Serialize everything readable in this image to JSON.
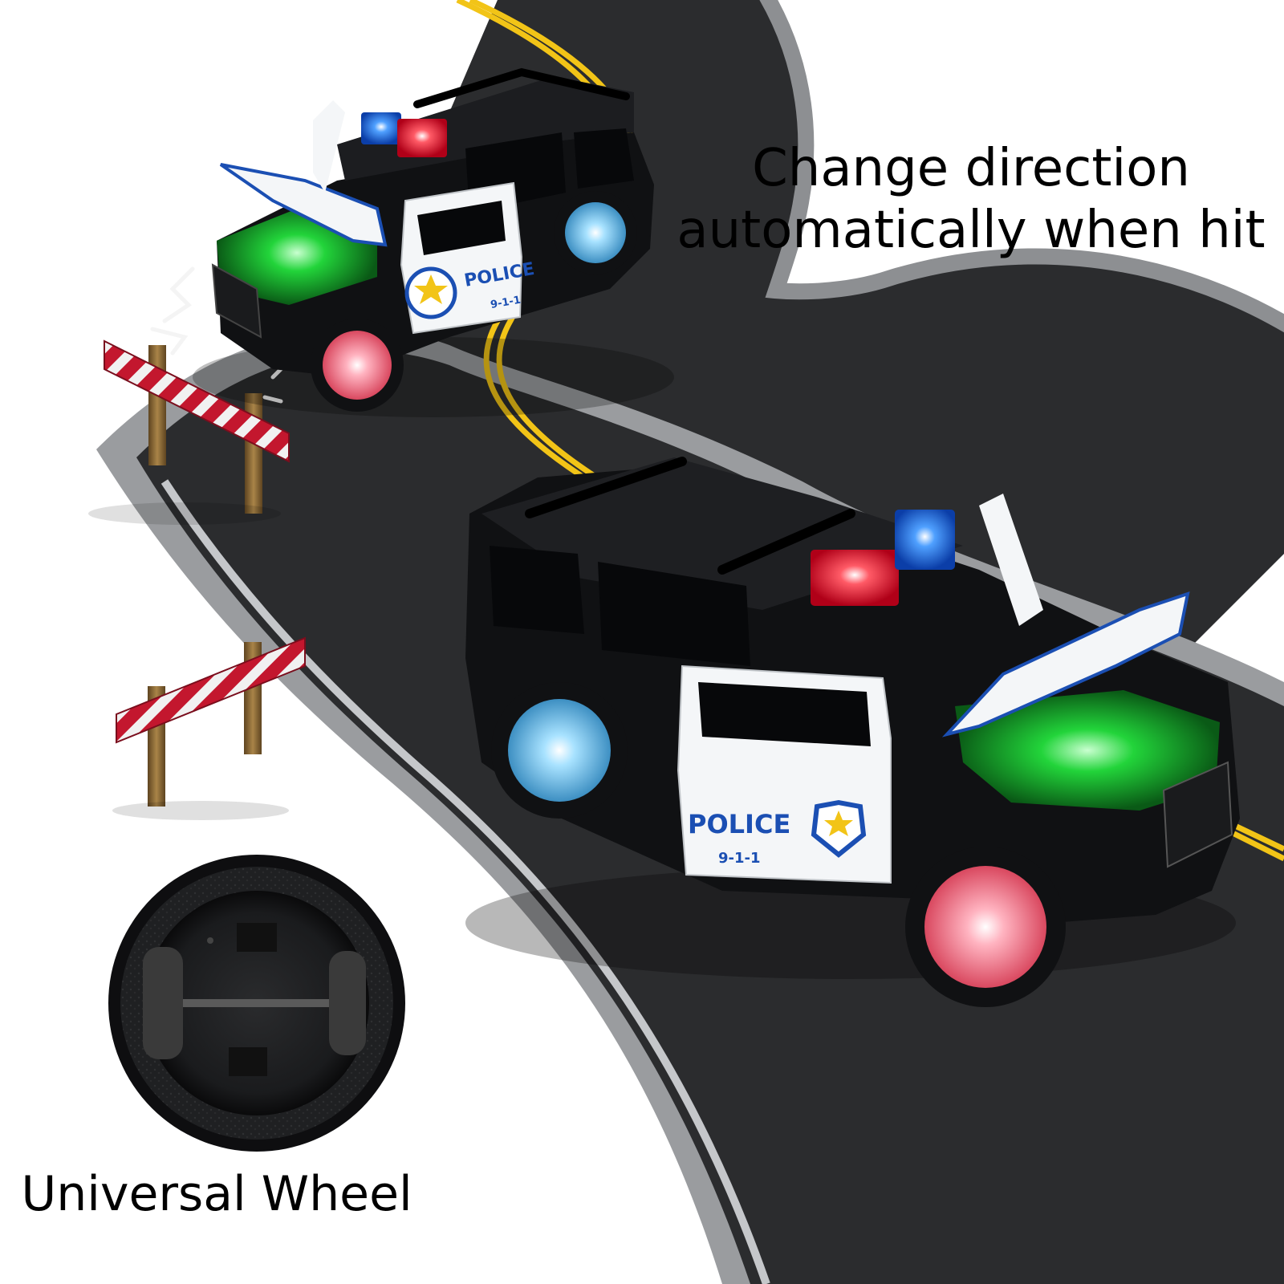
{
  "caption_main": {
    "line1": "Change direction",
    "line2": "automatically when hit"
  },
  "caption_wheel": "Universal Wheel",
  "car_text": {
    "label": "POLICE",
    "phone": "9-1-1"
  },
  "colors": {
    "road": "#2b2c2e",
    "road_edge": "#8d8f92",
    "center_line": "#f2c417",
    "car_body": "#101113",
    "car_panel": "#f4f6f8",
    "police_blue": "#1b4fb3",
    "light_red": "#ff2436",
    "light_blue": "#1e7bff",
    "hood_glow": "#22d43a",
    "wheel_blue_glow": "#6fc6f2",
    "wheel_red_glow": "#f0506a",
    "barrier_red": "#c3172e",
    "barrier_post": "#8a6a3a",
    "caption_text": "#000000"
  }
}
